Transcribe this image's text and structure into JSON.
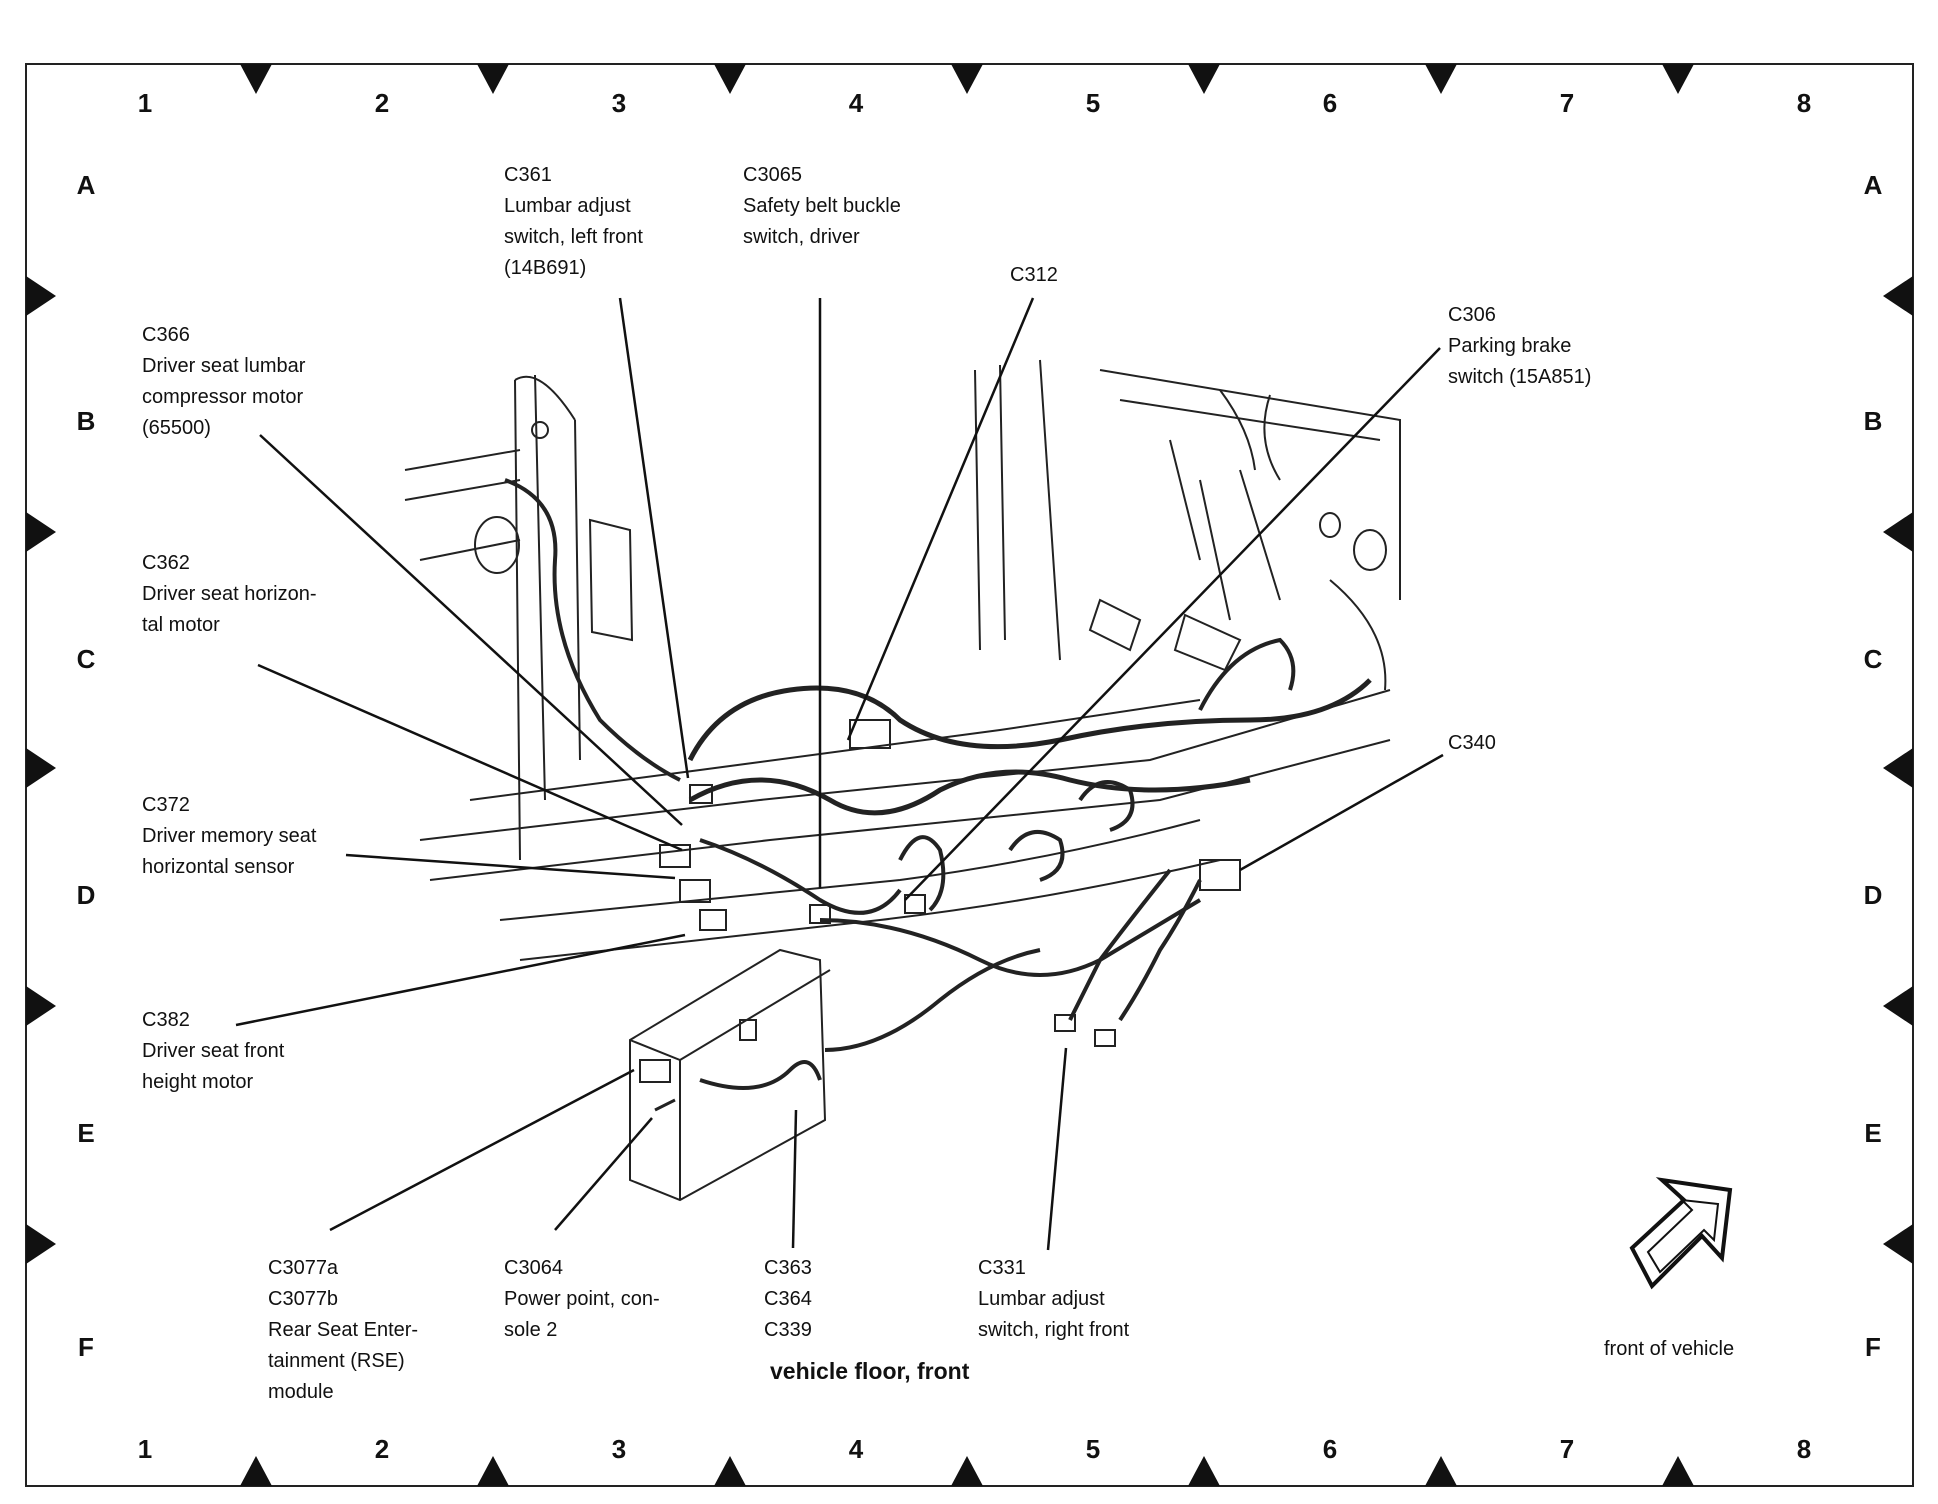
{
  "diagram": {
    "grid_columns": [
      "1",
      "2",
      "3",
      "4",
      "5",
      "6",
      "7",
      "8"
    ],
    "grid_rows": [
      "A",
      "B",
      "C",
      "D",
      "E",
      "F"
    ],
    "callouts": [
      {
        "id": "c361",
        "lines": [
          "C361",
          "Lumbar adjust",
          "switch, left front",
          "(14B691)"
        ]
      },
      {
        "id": "c3065",
        "lines": [
          "C3065",
          "Safety belt buckle",
          "switch, driver"
        ]
      },
      {
        "id": "c312",
        "lines": [
          "C312"
        ]
      },
      {
        "id": "c366",
        "lines": [
          "C366",
          "Driver seat lumbar",
          "compressor motor",
          "(65500)"
        ]
      },
      {
        "id": "c306",
        "lines": [
          "C306",
          "Parking brake",
          "switch (15A851)"
        ]
      },
      {
        "id": "c362",
        "lines": [
          "C362",
          "Driver seat horizon-",
          "tal motor"
        ]
      },
      {
        "id": "c372",
        "lines": [
          "C372",
          "Driver memory seat",
          "horizontal sensor"
        ]
      },
      {
        "id": "c340",
        "lines": [
          "C340"
        ]
      },
      {
        "id": "c382",
        "lines": [
          "C382",
          "Driver seat front",
          "height motor"
        ]
      },
      {
        "id": "c3077",
        "lines": [
          "C3077a",
          "C3077b",
          "Rear Seat Enter-",
          "tainment (RSE)",
          "module"
        ]
      },
      {
        "id": "c3064",
        "lines": [
          "C3064",
          "Power point, con-",
          "sole 2"
        ]
      },
      {
        "id": "c363",
        "lines": [
          "C363",
          "C364",
          "C339"
        ]
      },
      {
        "id": "c331",
        "lines": [
          "C331",
          "Lumbar adjust",
          "switch, right front"
        ]
      }
    ],
    "caption": "vehicle floor, front",
    "orientation_label": "front of vehicle",
    "colors": {
      "ink": "#111111",
      "background": "#ffffff",
      "border": "#222222"
    }
  }
}
